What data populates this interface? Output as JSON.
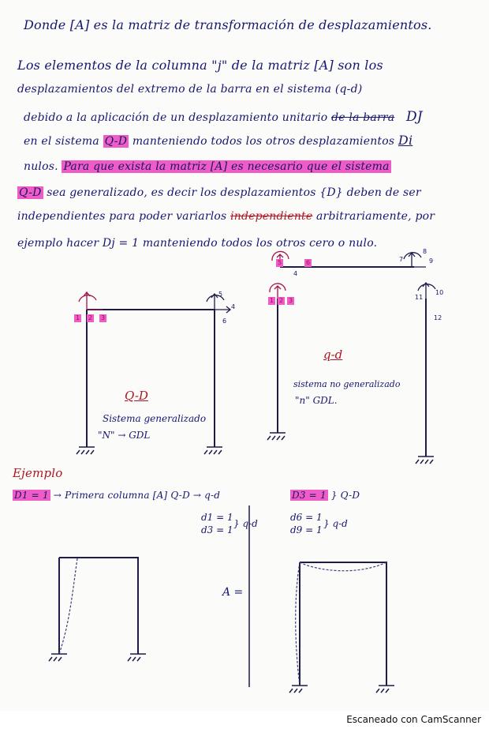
{
  "note": {
    "line1": "Donde [A] es la matriz de transformación de desplazamientos.",
    "line2": "Los elementos de la columna \"j\" de la matriz [A] son los",
    "line3": "desplazamientos del extremo de la barra en el sistema (q-d)",
    "line4_a": "debido a la aplicación de un desplazamiento unitario",
    "line4_struck": "de la barra",
    "line4_b": "DJ",
    "line5_a": "en el sistema",
    "line5_hl": "Q-D",
    "line5_b": "manteniendo todos los otros desplazamientos",
    "line5_c": "Di",
    "line6_a": "nulos.",
    "line6_hl": "Para que exista la matriz [A] es necesario que el sistema",
    "line7_hl": "Q-D",
    "line7_b": "sea generalizado, es decir los desplazamientos {D} deben de ser",
    "line8_a": "independientes para poder variarlos",
    "line8_struck": "independiente",
    "line8_b": "arbitrariamente, por",
    "line9": "ejemplo hacer Dj = 1 manteniendo todos los otros cero o nulo."
  },
  "figure_left": {
    "title": "Q-D",
    "caption1": "Sistema generalizado",
    "caption2": "\"N\" → GDL",
    "tags": [
      "1",
      "2",
      "3"
    ],
    "nums": [
      "4",
      "5",
      "6"
    ]
  },
  "figure_right": {
    "title": "q-d",
    "caption1": "sistema no generalizado",
    "caption2": "\"n\" GDL.",
    "tags": [
      "1",
      "2",
      "3",
      "5",
      "6"
    ],
    "nums": [
      "4",
      "7",
      "8",
      "9",
      "10",
      "11",
      "12"
    ]
  },
  "example": {
    "heading": "Ejemplo",
    "left_hl": "D1 = 1",
    "left_text": "→ Primera columna [A]  Q-D → q-d",
    "left_d1": "d1 = 1",
    "left_d2": "d3 = 1",
    "left_brace": "} q-d",
    "right_hl": "D3 = 1",
    "right_text": "} Q-D",
    "right_d1": "d6 = 1",
    "right_d2": "d9 = 1",
    "right_brace": "} q-d",
    "A_label": "A ="
  },
  "footer": "Escaneado con CamScanner"
}
